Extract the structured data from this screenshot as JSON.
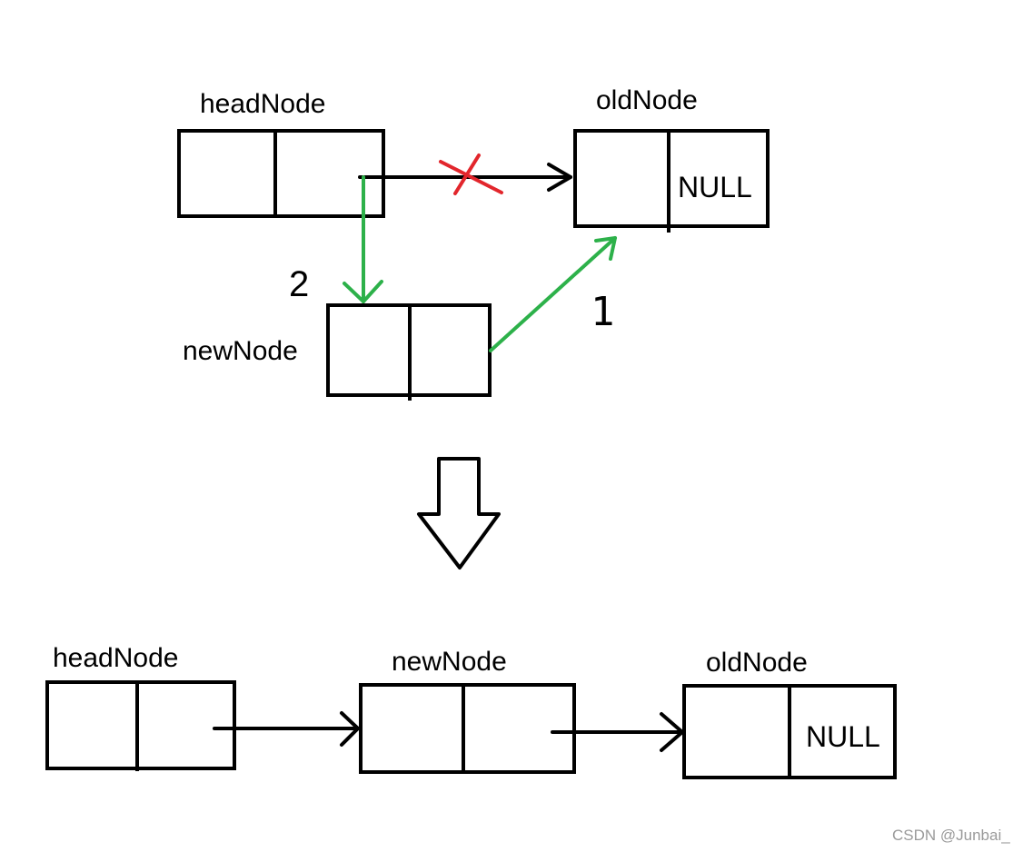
{
  "top": {
    "head_label": "headNode",
    "old_label": "oldNode",
    "old_null": "NULL",
    "new_label": "newNode",
    "step_1": "1",
    "step_2": "2"
  },
  "bottom": {
    "head_label": "headNode",
    "new_label": "newNode",
    "old_label": "oldNode",
    "old_null": "NULL"
  },
  "watermark": "CSDN @Junbai_",
  "colors": {
    "outline": "#000000",
    "new_link": "#2db14a",
    "removed_link": "#e2262c",
    "watermark": "#9a9a9a"
  }
}
